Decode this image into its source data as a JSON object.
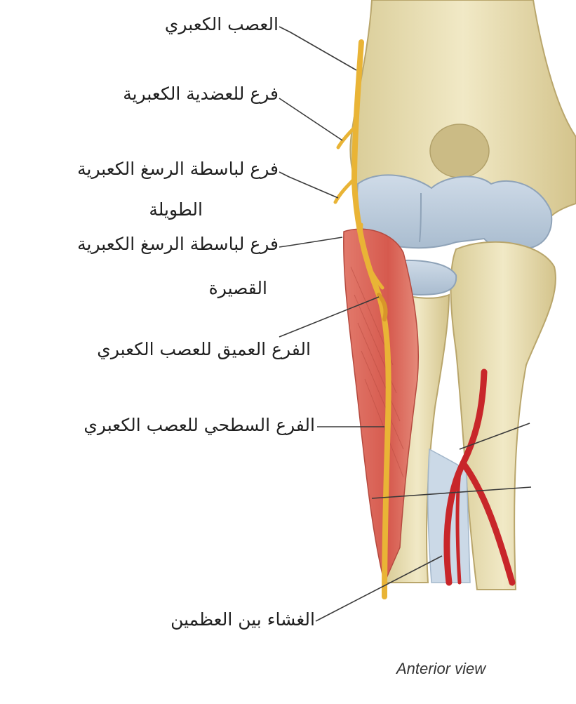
{
  "labels": {
    "radial_nerve": "العصب الكعبري",
    "branch_brachioradialis": "فرع للعضدية الكعبرية",
    "branch_ecrl_line1": "فرع لباسطة الرسغ الكعبرية",
    "branch_ecrl_line2": "الطويلة",
    "branch_ecrb_line1": "فرع لباسطة الرسغ الكعبرية",
    "branch_ecrb_line2": "القصيرة",
    "deep_branch": "الفرع العميق للعصب الكعبري",
    "superficial_branch": "الفرع السطحي للعصب الكعبري",
    "interosseous_membrane": "الغشاء بين العظمين"
  },
  "caption": "Anterior view",
  "colors": {
    "bone": "#e9dfb3",
    "bone_shade": "#c9bb86",
    "cartilage": "#b8c8d8",
    "nerve": "#e9b436",
    "muscle": "#d9675a",
    "artery": "#c8262a",
    "membrane": "#c9d8e6"
  }
}
